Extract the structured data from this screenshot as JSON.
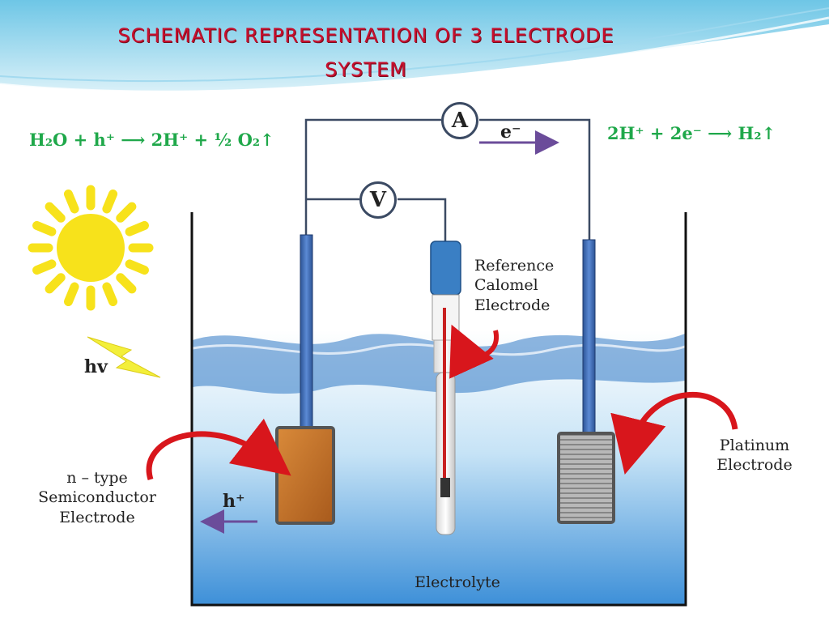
{
  "title": {
    "line1": "SCHEMATIC REPRESENTATION OF 3 ELECTRODE",
    "line2": "SYSTEM"
  },
  "equations": {
    "anode": "H₂O + h⁺ ⟶ 2H⁺ + ½ O₂↑",
    "cathode": "2H⁺ + 2e⁻ ⟶ H₂↑"
  },
  "meters": {
    "ammeter": "A",
    "voltmeter": "V"
  },
  "carriers": {
    "electron": "e⁻",
    "hole": "h⁺",
    "photon": "hv"
  },
  "labels": {
    "reference": [
      "Reference",
      "Calomel",
      "Electrode"
    ],
    "semiconductor": [
      "n – type",
      "Semiconductor",
      "Electrode"
    ],
    "platinum": [
      "Platinum",
      "Electrode"
    ],
    "electrolyte": "Electrolyte"
  },
  "colors": {
    "title": "#c8102e",
    "equation": "#1fa84a",
    "wire": "#3b4a63",
    "electrode_rod": "#3f6db5",
    "semiconductor": "#c8742a",
    "platinum": "#9a9a9a",
    "sun": "#f7e21b",
    "arrow_red": "#d8161c",
    "arrow_purple": "#6b4c9a",
    "electrolyte": "#6fb6e6"
  }
}
